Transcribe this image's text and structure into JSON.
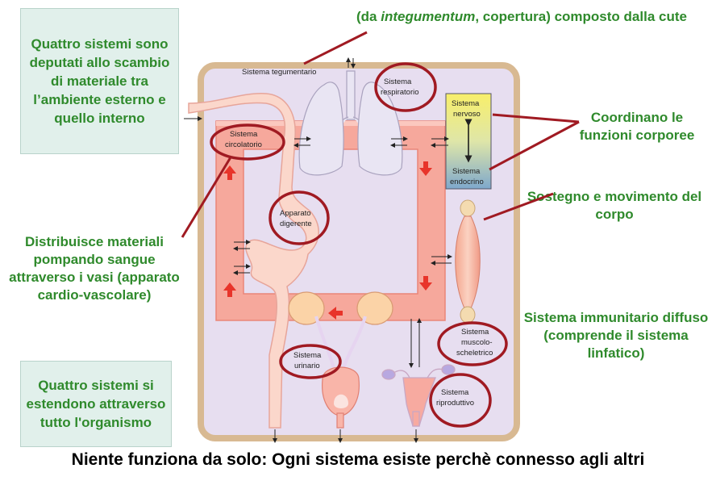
{
  "left_top_box": "Quattro sistemi sono deputati allo scambio di materiale tra l’ambiente esterno e quello interno",
  "left_middle_text": "Distribuisce materiali pompando sangue attraverso i vasi (apparato cardio-vascolare)",
  "left_bottom_box": "Quattro sistemi si estendono attraverso tutto l'organismo",
  "top_annotation": {
    "prefix": "(da ",
    "italic": "integumentum",
    "suffix": ", copertura) composto dalla cute"
  },
  "right_nervous_text": "Coordinano le funzioni corporee",
  "right_muscle_text": "Sostegno e movimento del corpo",
  "right_immune_text": "Sistema immunitario diffuso (comprende il sistema linfatico)",
  "bottom_caption": "Niente funziona da solo: Ogni sistema esiste perchè connesso agli altri",
  "diagram_labels": {
    "tegumentario": "Sistema tegumentario",
    "respiratorio": [
      "Sistema",
      "respiratorio"
    ],
    "nervoso": [
      "Sistema",
      "nervoso"
    ],
    "endocrino": [
      "Sistema",
      "endocrino"
    ],
    "circolatorio": [
      "Sistema",
      "circolatorio"
    ],
    "digerente": [
      "Apparato",
      "digerente"
    ],
    "urinario": [
      "Sistema",
      "urinario"
    ],
    "muscolo": [
      "Sistema",
      "muscolo-",
      "scheletrico"
    ],
    "riproduttivo": [
      "Sistema",
      "riproduttivo"
    ]
  },
  "colors": {
    "annotation_green": "#2f8a2c",
    "highlight_ring": "#a01a22",
    "body_fill": "#e7def0",
    "body_border": "#d8b992",
    "vessel": "#f6a89c"
  }
}
